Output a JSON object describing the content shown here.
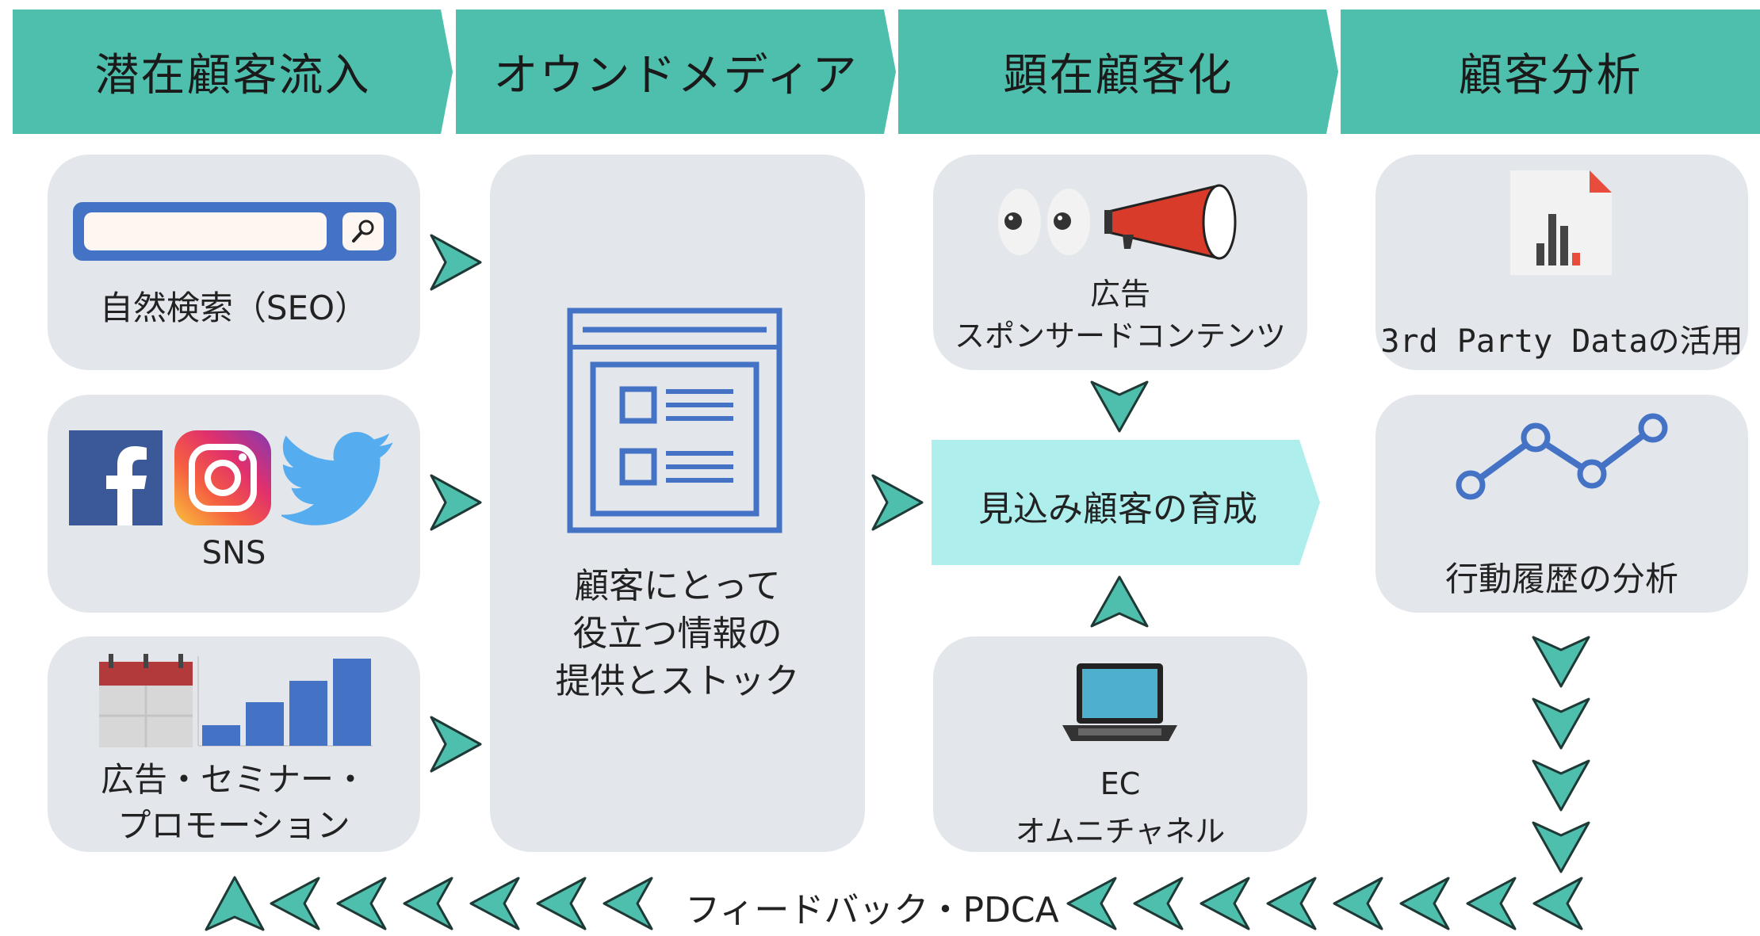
{
  "header": {
    "stages": [
      {
        "label": "潜在顧客流入"
      },
      {
        "label": "オウンドメディア"
      },
      {
        "label": "顕在顧客化"
      },
      {
        "label": "顧客分析"
      }
    ]
  },
  "inflow": {
    "seo_label": "自然検索（SEO）",
    "sns_label": "SNS",
    "promo_line1": "広告・セミナー・",
    "promo_line2": "プロモーション"
  },
  "owned_media": {
    "line1": "顧客にとって",
    "line2": "役立つ情報の",
    "line3": "提供とストック"
  },
  "conversion": {
    "ads_line1": "広告",
    "ads_line2": "スポンサードコンテンツ",
    "nurture_label": "見込み顧客の育成",
    "ec_line1": "EC",
    "ec_line2": "オムニチャネル"
  },
  "analysis": {
    "data_label": "3rd Party Dataの活用",
    "behavior_label": "行動履歴の分析"
  },
  "feedback": {
    "label": "フィードバック・PDCA"
  },
  "colors": {
    "teal": "#4fbfad",
    "box_bg": "#e3e7ec",
    "nurture_bg": "#aeeeed",
    "icon_blue": "#4472c4"
  }
}
